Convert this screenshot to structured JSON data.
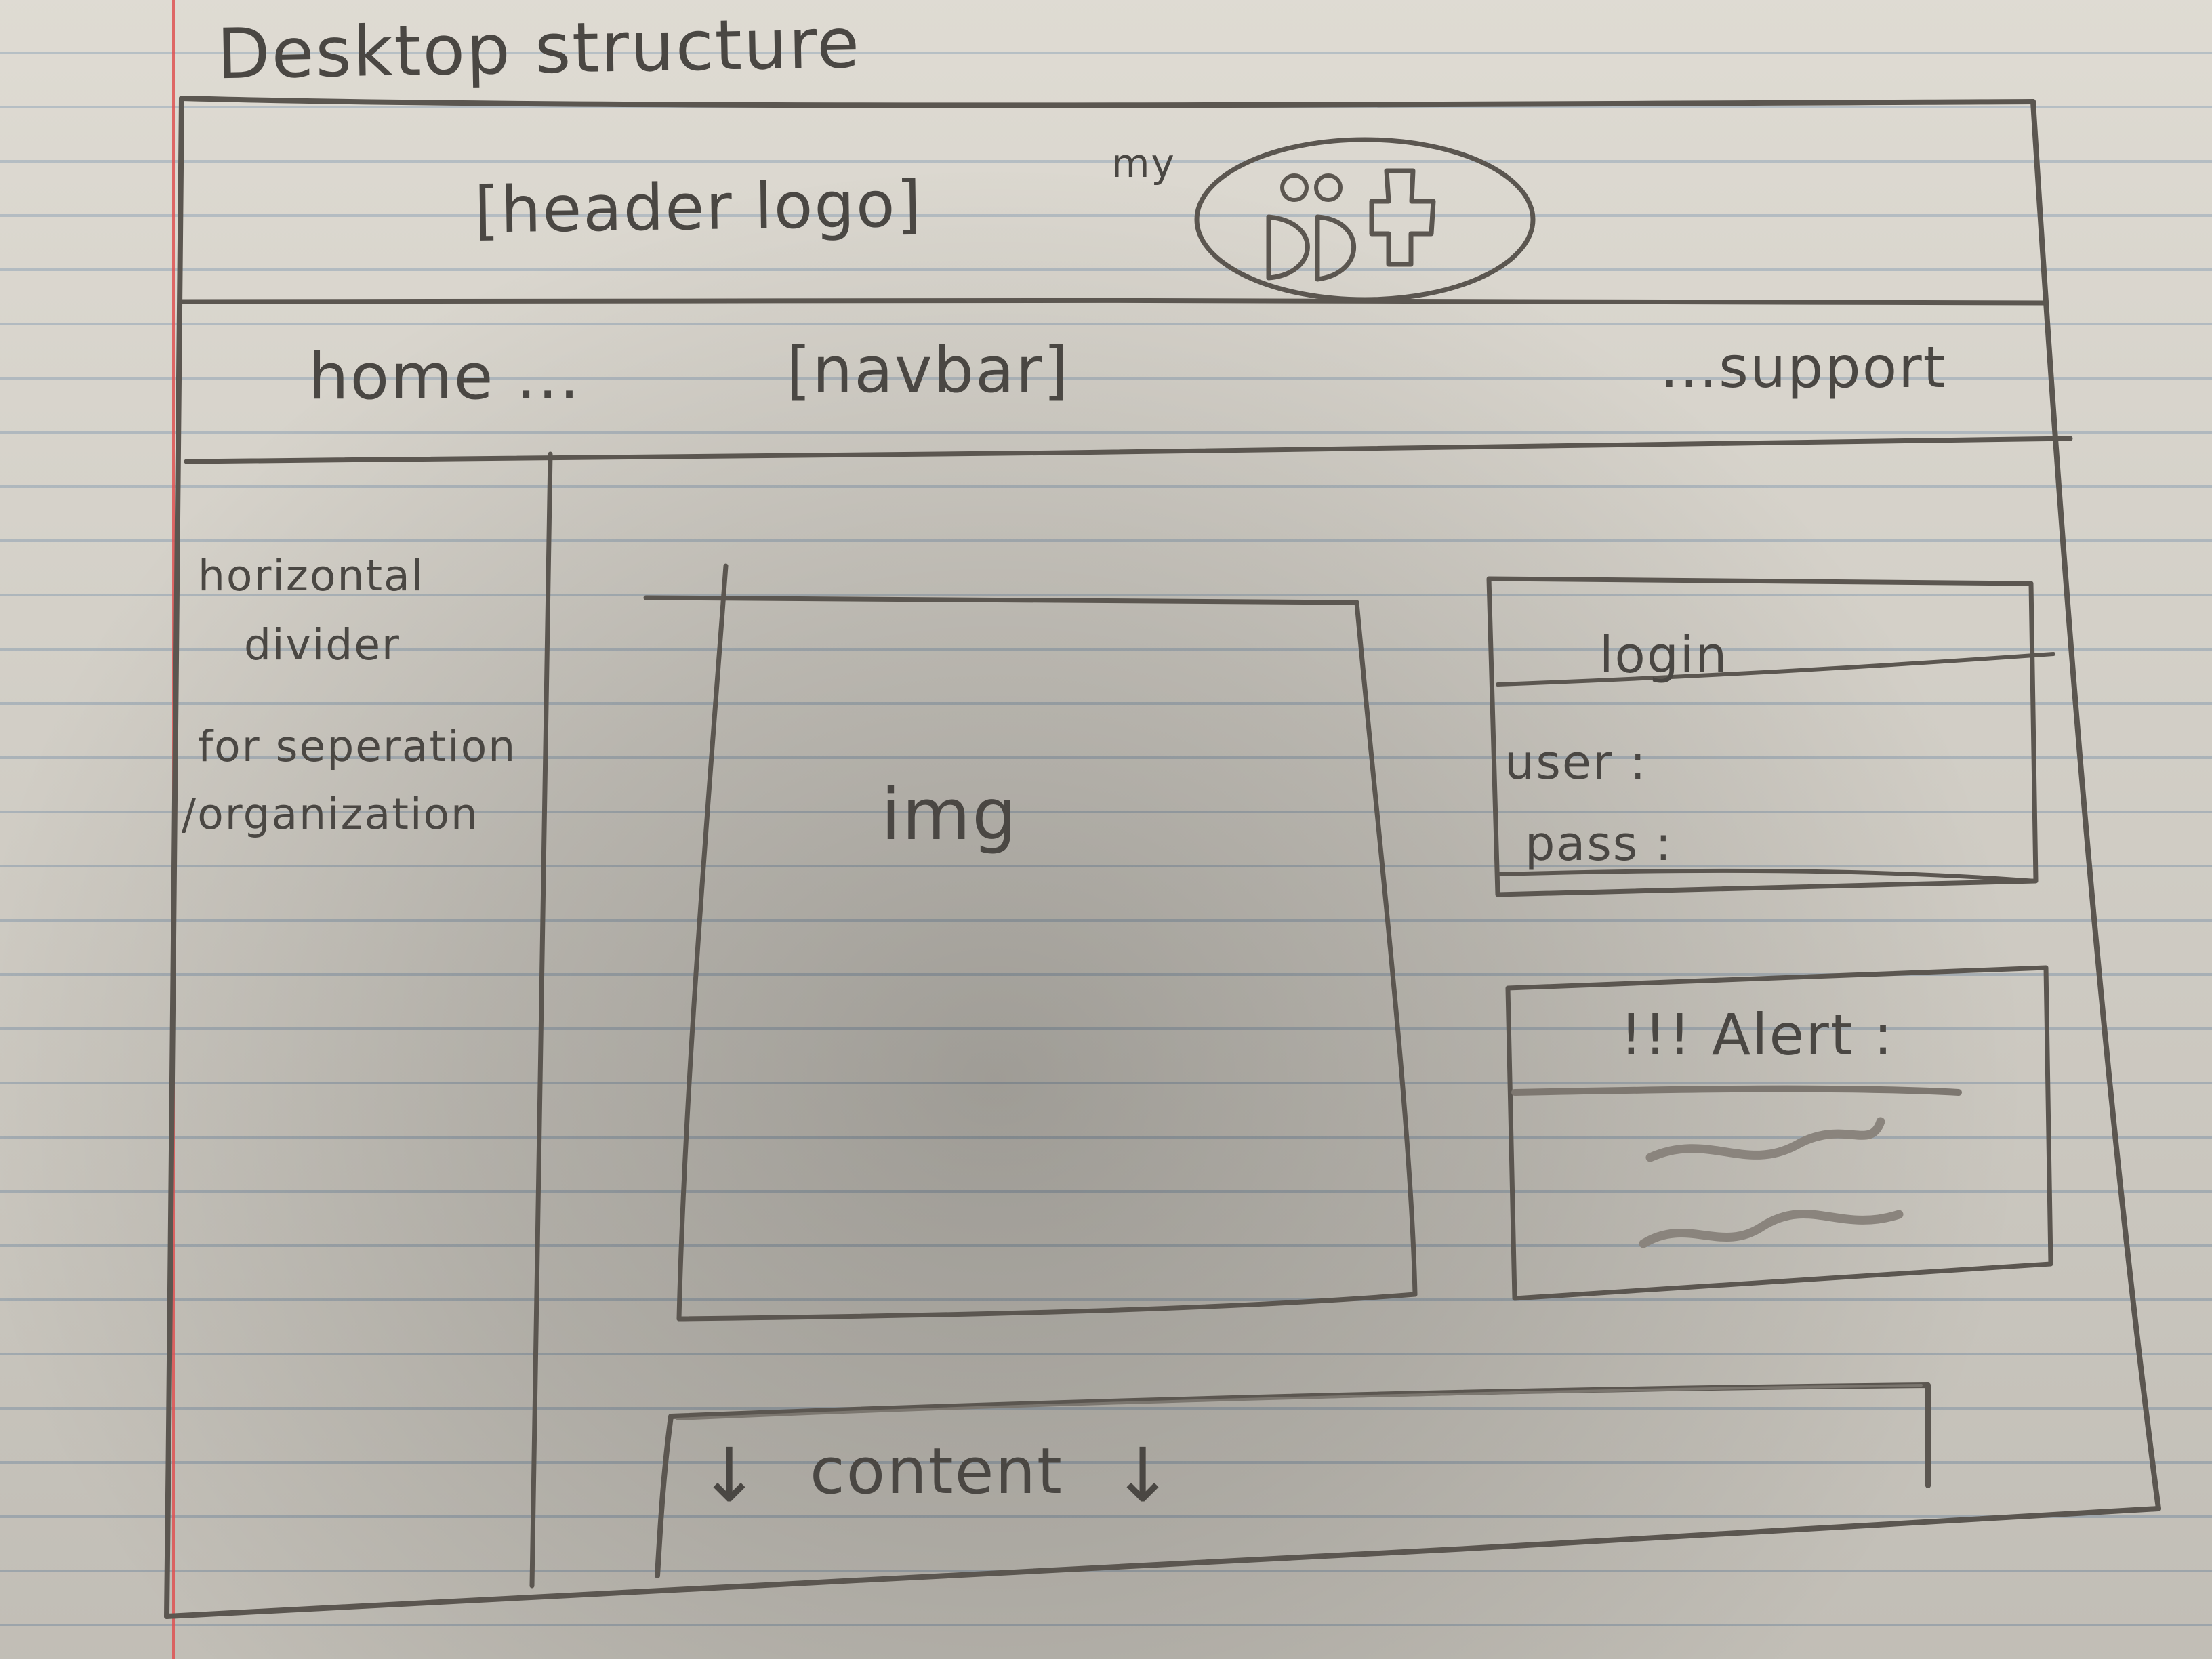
{
  "title": "Desktop structure",
  "header": {
    "label": "[header logo]",
    "prefix": "my"
  },
  "nav": {
    "left": "home ...",
    "center": "[navbar]",
    "right": "...support"
  },
  "sidebar": {
    "lines": [
      "horizontal",
      "divider",
      "for seperation",
      "/organization"
    ]
  },
  "main": {
    "image_label": "img",
    "content_label": "content"
  },
  "login": {
    "title": "login",
    "user_label": "user :",
    "pass_label": "pass :"
  },
  "alert": {
    "title": "!!! Alert :"
  },
  "icons": {
    "header_mark": "logo-sketch-icon",
    "content_arrow": "arrow-down-icon"
  }
}
